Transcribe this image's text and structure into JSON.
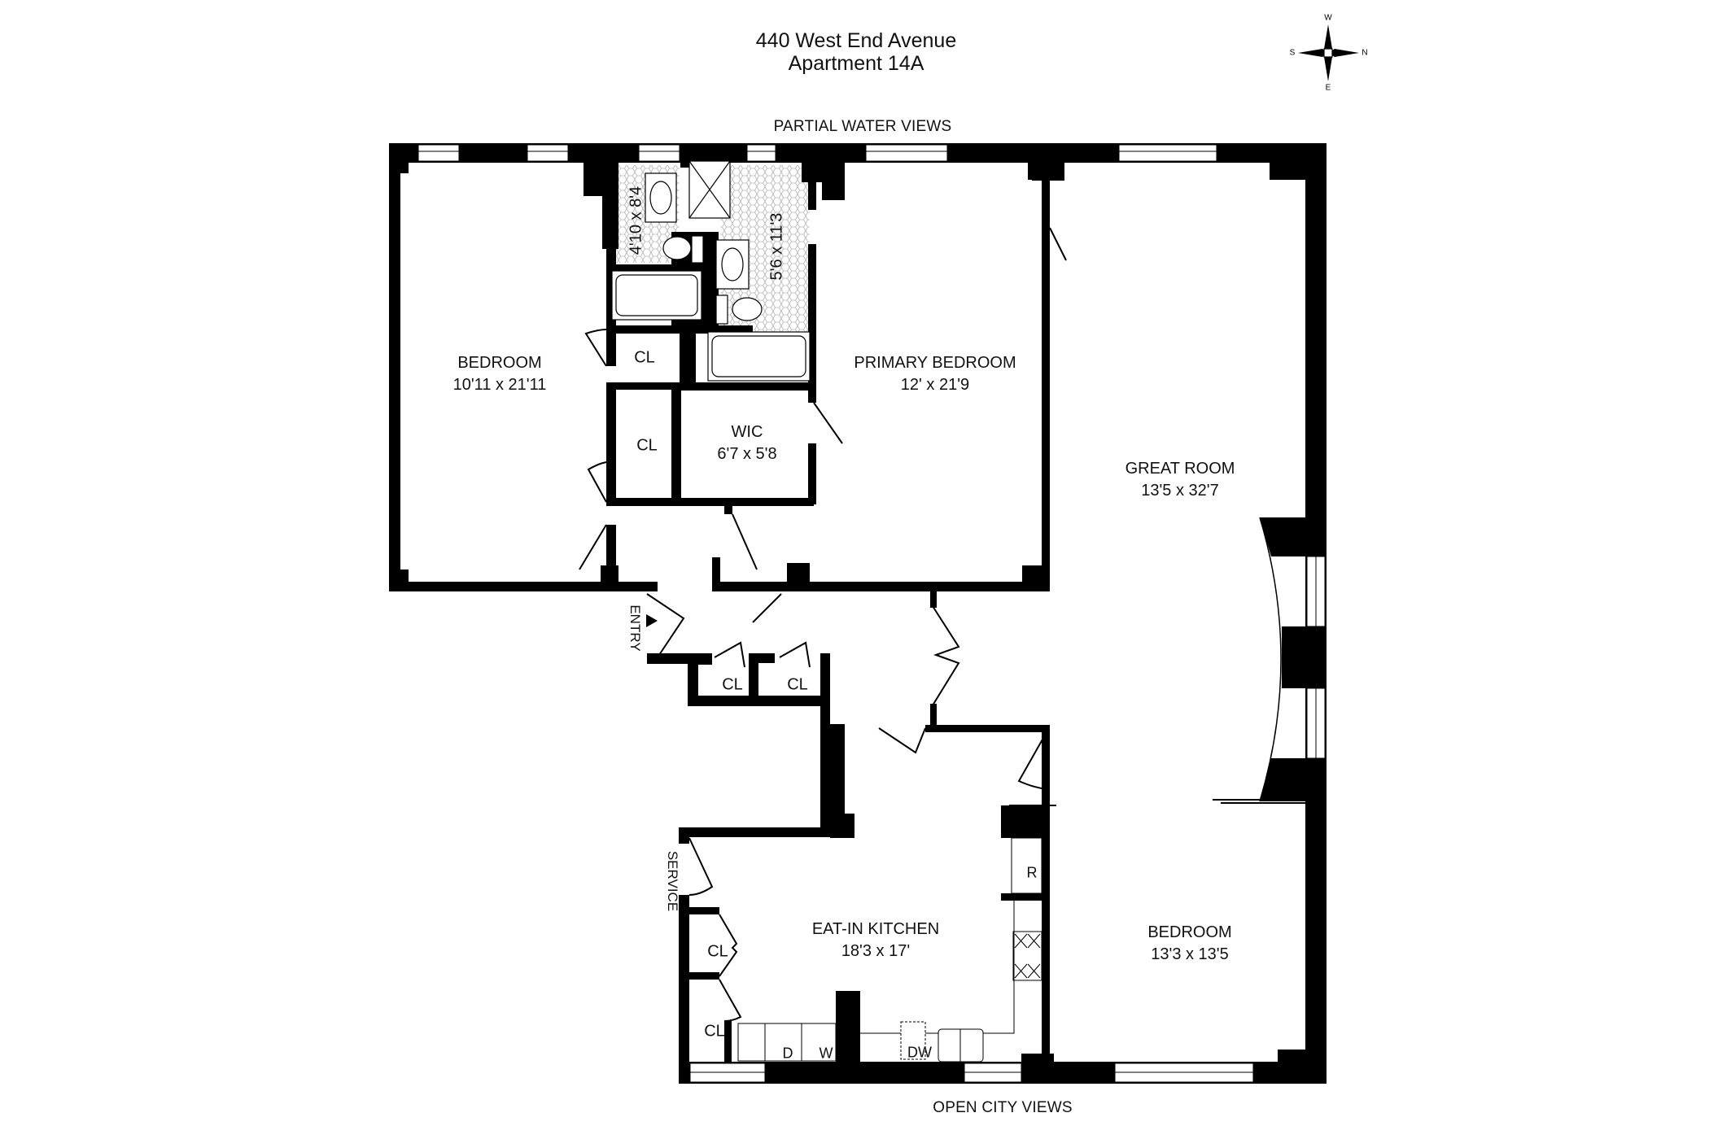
{
  "header": {
    "address": "440 West End Avenue",
    "unit": "Apartment 14A"
  },
  "compass": {
    "top": "W",
    "bottom": "E",
    "left": "S",
    "right": "N"
  },
  "views": {
    "top": "PARTIAL WATER VIEWS",
    "bottom": "OPEN CITY VIEWS"
  },
  "rooms": {
    "bedroom_west": {
      "name": "BEDROOM",
      "dims": "10'11 x 21'11"
    },
    "primary_bedroom": {
      "name": "PRIMARY BEDROOM",
      "dims": "12' x 21'9"
    },
    "great_room": {
      "name": "GREAT ROOM",
      "dims": "13'5 x 32'7"
    },
    "wic": {
      "name": "WIC",
      "dims": "6'7 x 5'8"
    },
    "bath_1": {
      "dims": "4'10 x 8'4"
    },
    "bath_2": {
      "dims": "5'6 x 11'3"
    },
    "kitchen": {
      "name": "EAT-IN KITCHEN",
      "dims": "18'3 x 17'"
    },
    "bedroom_east": {
      "name": "BEDROOM",
      "dims": "13'3 x 13'5"
    }
  },
  "closets": [
    "CL",
    "CL",
    "CL",
    "CL",
    "CL",
    "CL"
  ],
  "entries": {
    "main": "ENTRY",
    "service": "SERVICE"
  },
  "appliances": {
    "refrigerator": "R",
    "dryer": "D",
    "washer": "W",
    "dishwasher": "DW"
  }
}
